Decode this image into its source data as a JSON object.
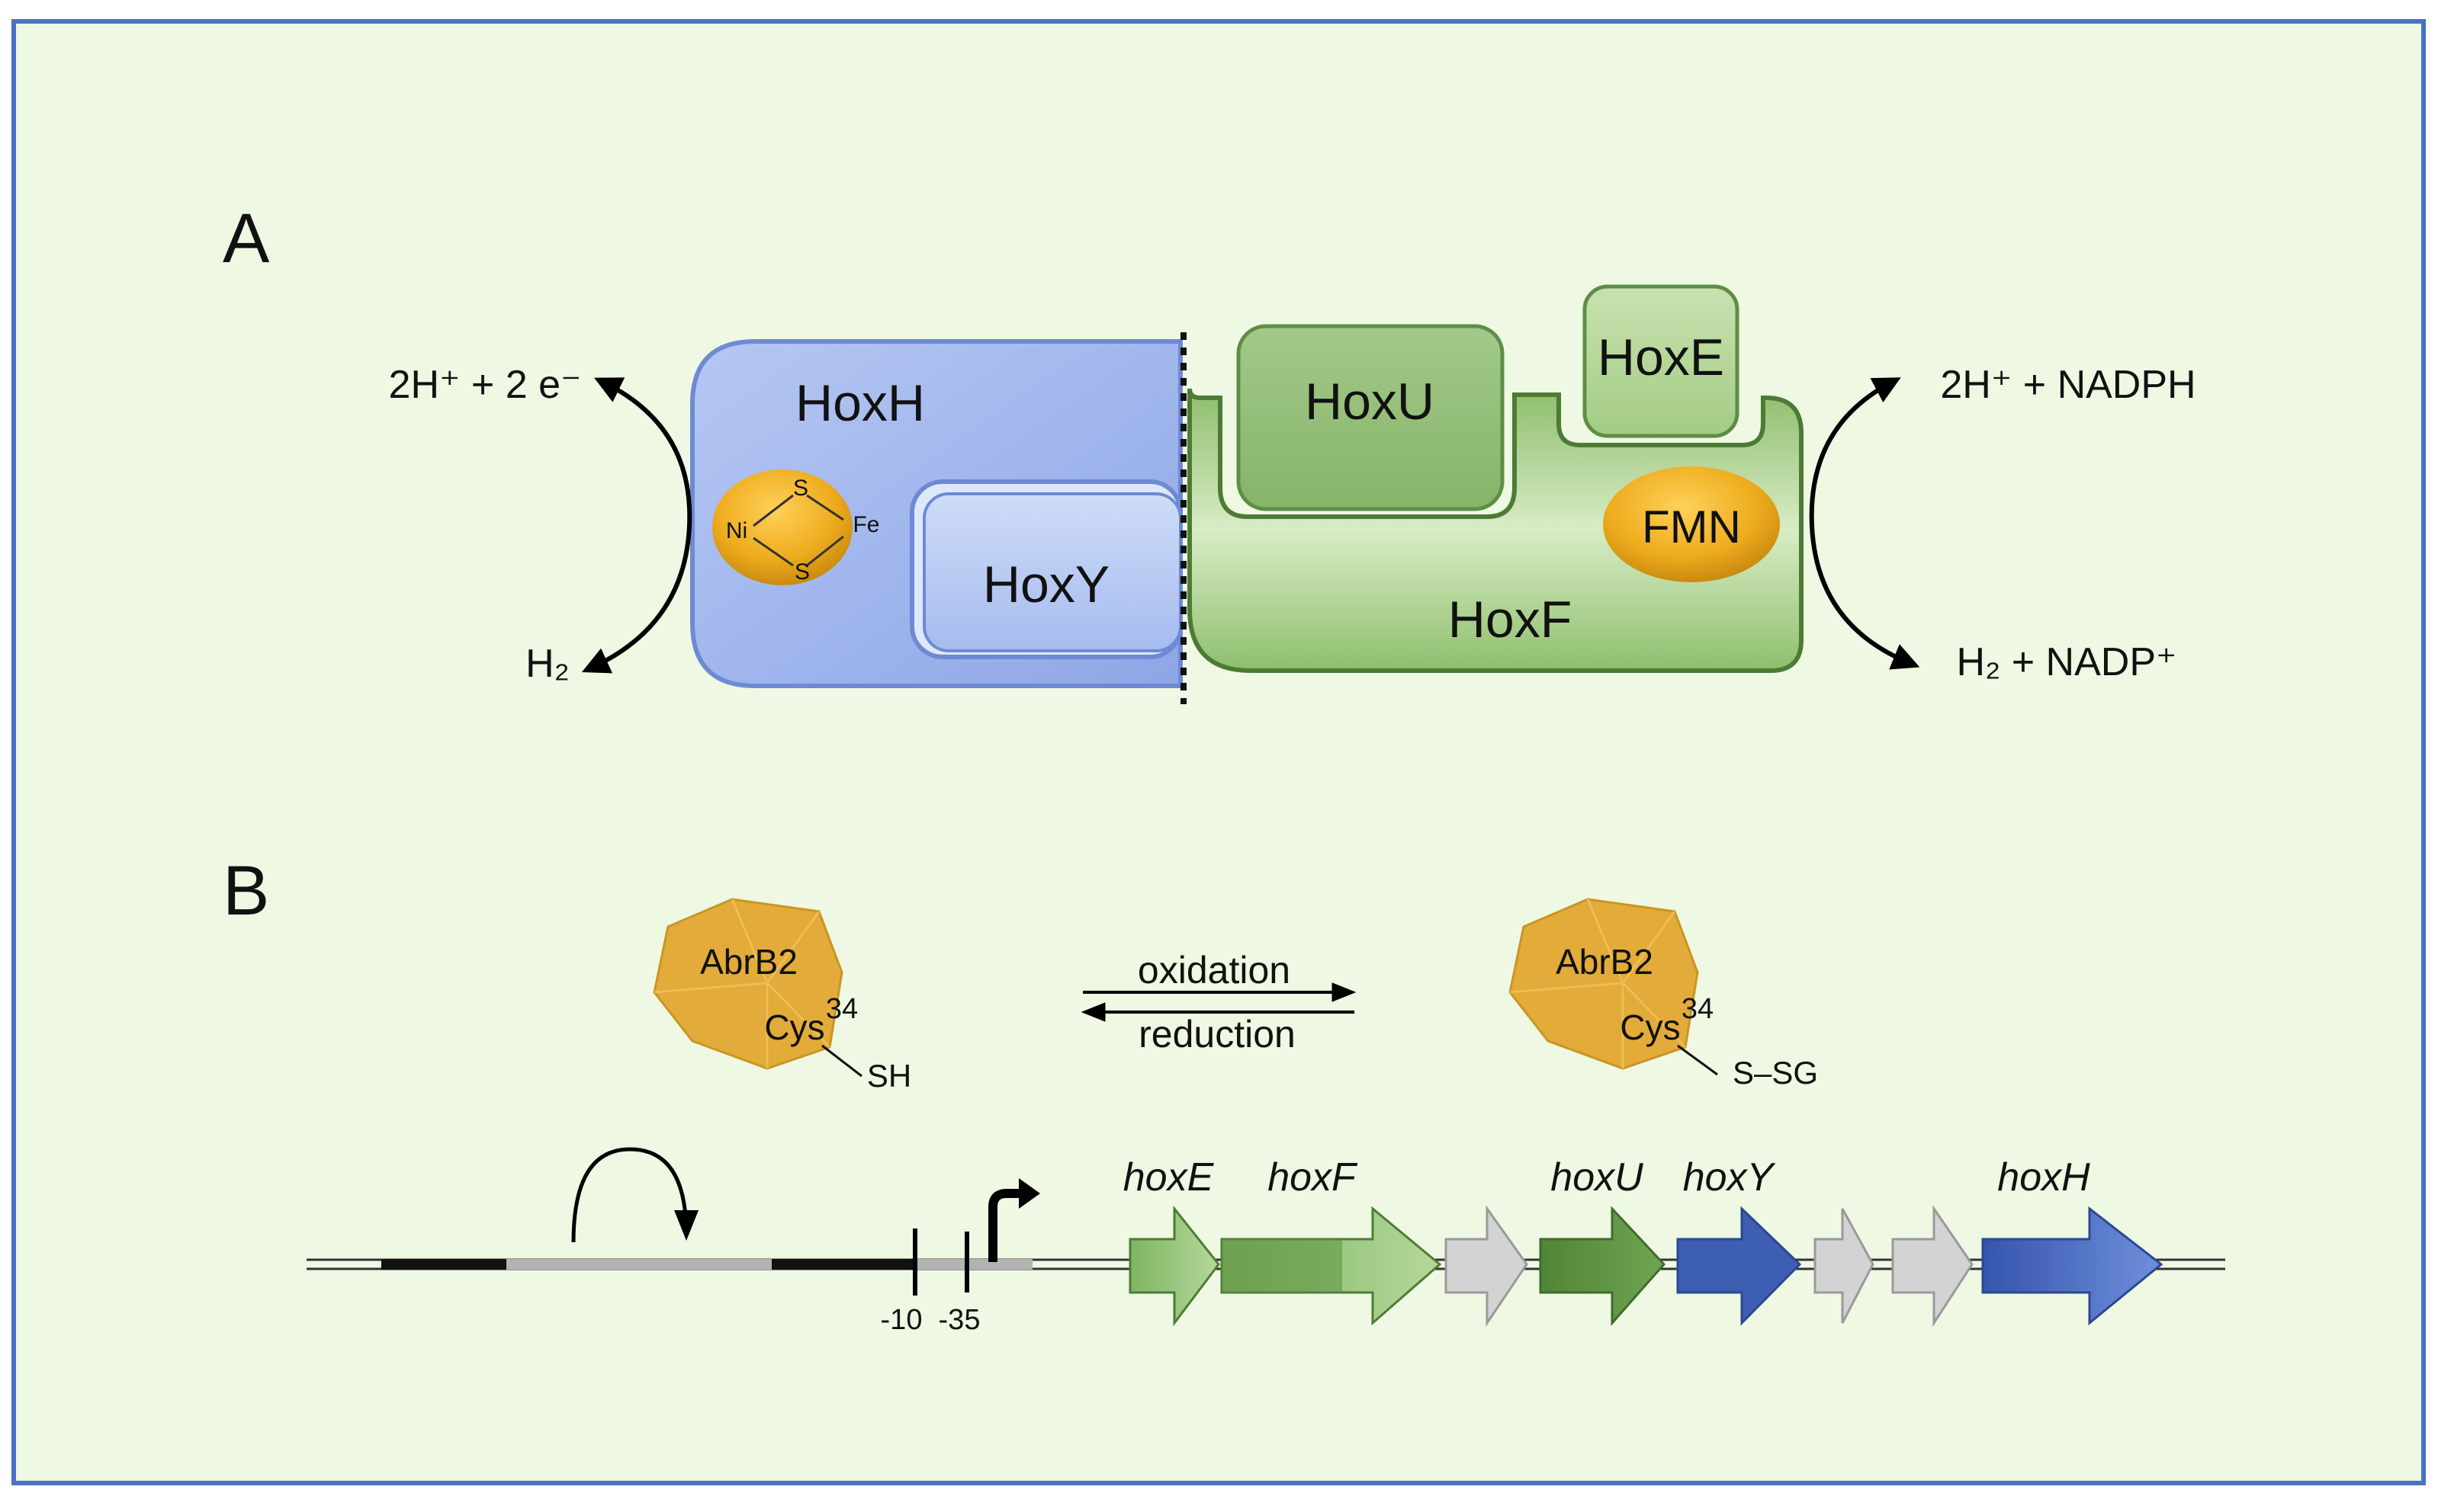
{
  "panel_a": {
    "letter": "A",
    "hoxH": "HoxH",
    "hoxY": "HoxY",
    "hoxU": "HoxU",
    "hoxE": "HoxE",
    "hoxF": "HoxF",
    "fmn": "FMN",
    "cluster": {
      "ni": "Ni",
      "fe": "Fe",
      "s_top": "S",
      "s_bottom": "S"
    },
    "left_top": "2H⁺ + 2 e⁻",
    "left_bottom": "H₂",
    "right_top": "2H⁺ + NADPH",
    "right_bottom": "H₂ + NADP⁺"
  },
  "panel_b": {
    "letter": "B",
    "abrb2_left": {
      "name": "AbrB2",
      "cys": "Cys",
      "pos": "34",
      "group": "SH"
    },
    "abrb2_right": {
      "name": "AbrB2",
      "cys": "Cys",
      "pos": "34",
      "group": "S–SG"
    },
    "oxidation": "oxidation",
    "reduction": "reduction",
    "minus10": "-10",
    "minus35": "-35",
    "genes": {
      "hoxE": "hoxE",
      "hoxF": "hoxF",
      "hoxU": "hoxU",
      "hoxY": "hoxY",
      "hoxH": "hoxH"
    }
  },
  "colors": {
    "background": "#eef8e2",
    "border": "#4a72c4",
    "hoxH_fill": "#9fb5ee",
    "hoxY_fill": "#bccdf4",
    "green_dark": "#5e9444",
    "green_light": "#a9d08e",
    "gold": "#e2a21a",
    "blue_gene": "#3e5eb3",
    "blue_gene_light": "#5f80d0",
    "grey_gene": "#cfcfcf"
  }
}
